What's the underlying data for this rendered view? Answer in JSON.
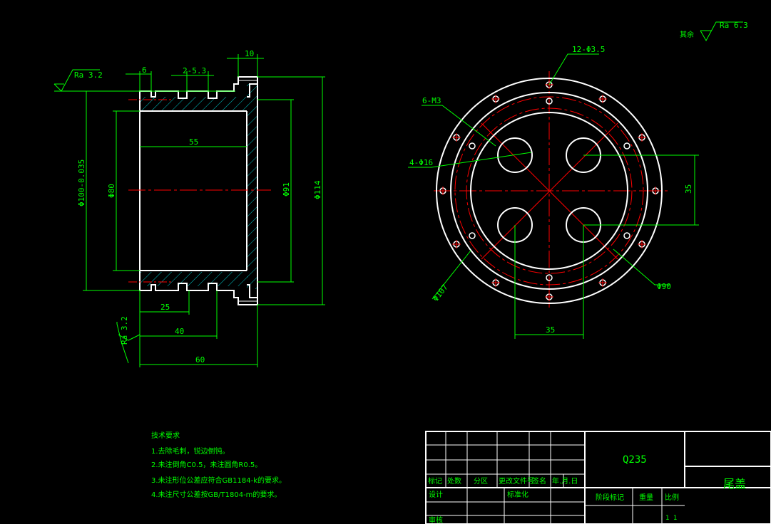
{
  "drawing": {
    "background": "#000000",
    "colors": {
      "outline": "#ffffff",
      "dimension": "#00ff00",
      "center": "#ff0000",
      "hatch": "#00c8c8"
    }
  },
  "roughness": {
    "other": "其余",
    "other_value": "Ra 6.3",
    "left_top": "Ra 3.2",
    "left_bottom": "Ra 3.2"
  },
  "left_view": {
    "dims": {
      "top_6": "6",
      "groove": "2-5.3",
      "top_10": "10",
      "inner_55": "55",
      "dia_100": "Φ100-0.035",
      "dia_80": "Φ80",
      "dia_91": "Φ91",
      "dia_114": "Φ114",
      "len_25": "25",
      "len_40": "40",
      "len_60": "60"
    }
  },
  "right_view": {
    "dims": {
      "holes_12": "12-Φ3.5",
      "holes_6": "6-M3",
      "holes_4": "4-Φ16",
      "dia_107": "Φ107",
      "dia_90": "Φ90",
      "h_35": "35",
      "v_35": "35"
    }
  },
  "notes": {
    "title": "技术要求",
    "items": [
      "1.去除毛刺，锐边倒钝。",
      "2.未注倒角C0.5，未注圆角R0.5。",
      "3.未注形位公差应符合GB1184-k的要求。",
      "4.未注尺寸公差按GB/T1804-m的要求。"
    ]
  },
  "title_block": {
    "material": "Q235",
    "part_name": "尾盖",
    "headers": [
      "标记",
      "处数",
      "分区",
      "更改文件号",
      "签名",
      "年.月.日"
    ],
    "design": "设计",
    "standardize": "标准化",
    "review": "审核",
    "stage": "阶段标记",
    "weight": "重量",
    "scale": "比例",
    "scale_value": "1  1"
  }
}
